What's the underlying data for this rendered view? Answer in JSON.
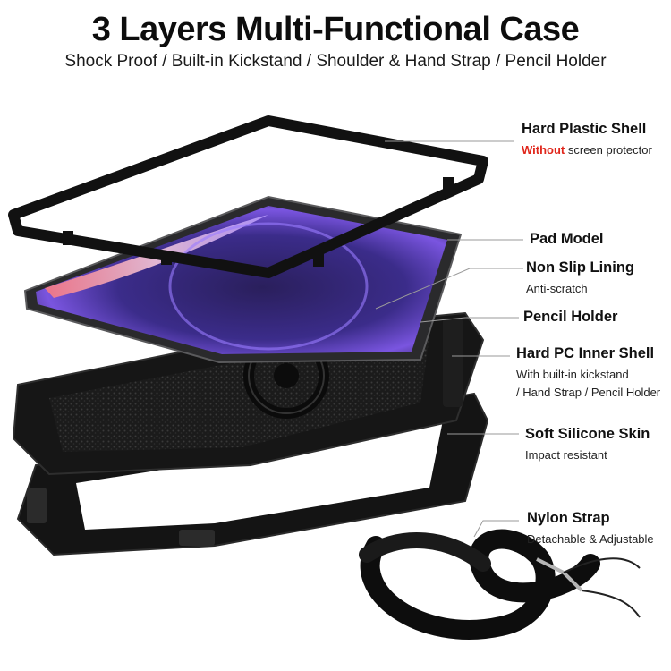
{
  "header": {
    "title": "3 Layers Multi-Functional Case",
    "subtitle": "Shock Proof / Built-in Kickstand / Shoulder & Hand Strap / Pencil Holder"
  },
  "callouts": [
    {
      "name": "Hard Plastic Shell",
      "highlight": "Without",
      "desc": " screen protector"
    },
    {
      "name": "Pad Model",
      "desc": ""
    },
    {
      "name": "Non Slip Lining",
      "desc": "Anti-scratch"
    },
    {
      "name": "Pencil Holder",
      "desc": ""
    },
    {
      "name": "Hard PC Inner Shell",
      "desc": "With built-in kickstand",
      "desc2": "/ Hand Strap / Pencil Holder"
    },
    {
      "name": "Soft Silicone Skin",
      "desc": "Impact resistant"
    },
    {
      "name": "Nylon Strap",
      "desc": "Detachable & Adjustable"
    }
  ],
  "colors": {
    "highlight": "#e0261b",
    "case": "#121212",
    "screen_glow": "#6a4fd8"
  }
}
